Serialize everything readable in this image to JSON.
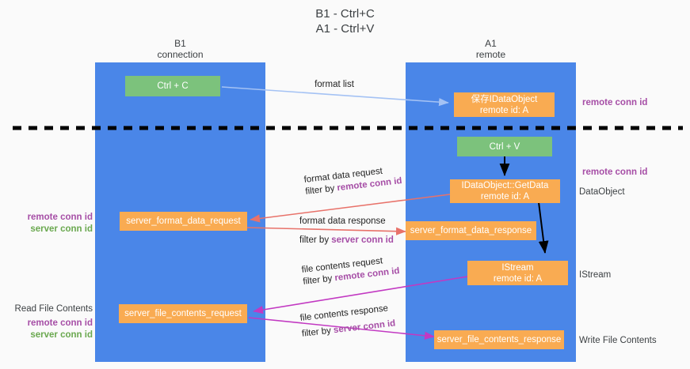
{
  "title": {
    "line1": "B1 - Ctrl+C",
    "line2": "A1 - Ctrl+V"
  },
  "columns": [
    {
      "name": "B1",
      "role": "connection"
    },
    {
      "name": "A1",
      "role": "remote"
    }
  ],
  "nodes": {
    "ctrl_c": "Ctrl + C",
    "ctrl_v": "Ctrl + V",
    "save_dataobject_l1": "保存IDataObject",
    "save_dataobject_l2": "remote id: A",
    "getdata_l1": "IDataObject::GetData",
    "getdata_l2": "remote id: A",
    "istream_l1": "IStream",
    "istream_l2": "remote id: A",
    "server_format_data_request": "server_format_data_request",
    "server_format_data_response": "server_format_data_response",
    "server_file_contents_request": "server_file_contents_request",
    "server_file_contents_response": "server_file_contents_response"
  },
  "flows": {
    "format_list": "format list",
    "format_data_request": "format data request",
    "format_data_request_filter_prefix": "filter by ",
    "format_data_request_filter_key": "remote conn id",
    "format_data_response": "format data response",
    "format_data_response_filter_prefix": "filter by ",
    "format_data_response_filter_key": "server conn id",
    "file_contents_request": "file contents request",
    "file_contents_request_filter_prefix": "filter by ",
    "file_contents_request_filter_key": "remote conn id",
    "file_contents_response": "file contents response",
    "file_contents_response_filter_prefix": "filter by ",
    "file_contents_response_filter_key": "server conn id"
  },
  "annotations": {
    "right_remote_conn_id_top": "remote conn id",
    "right_remote_conn_id_mid": "remote conn id",
    "right_dataobject": "DataObject",
    "right_istream": "IStream",
    "right_write_file_contents": "Write File Contents",
    "left_remote_conn_id": "remote conn id",
    "left_server_conn_id": "server conn id",
    "left_read_file_contents": "Read File Contents",
    "left_remote_conn_id_2": "remote conn id",
    "left_server_conn_id_2": "server conn id"
  },
  "colors": {
    "lane": "#4a86e8",
    "green_node": "#7cc27c",
    "orange_node": "#f9ab52",
    "purple_key": "#a64ea6",
    "green_key": "#6aa84f",
    "arrow_blue": "#a4c2f4",
    "arrow_red": "#e8726a",
    "arrow_magenta": "#c239c2",
    "arrow_black": "#000000",
    "divider": "#000000",
    "background": "#fafafa"
  }
}
